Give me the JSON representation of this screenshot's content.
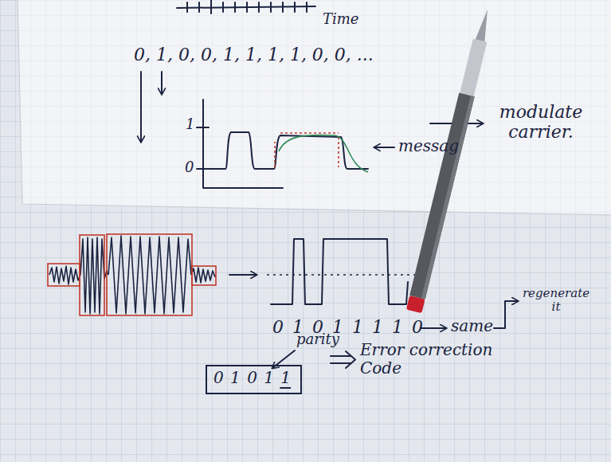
{
  "diagram": {
    "nodes": [
      {
        "text": [
          "0 1 0 1 1"
        ]
      }
    ],
    "labels": [
      "Time",
      "0, 1, 0, 0, 1, 1, 1, 1, 0, 0, ...",
      "1",
      "0",
      "messag",
      "modulate carrier.",
      "0 1 0 1 1 1 1 0",
      "same",
      "regenerate it",
      "parity",
      "Error correction Code"
    ]
  }
}
